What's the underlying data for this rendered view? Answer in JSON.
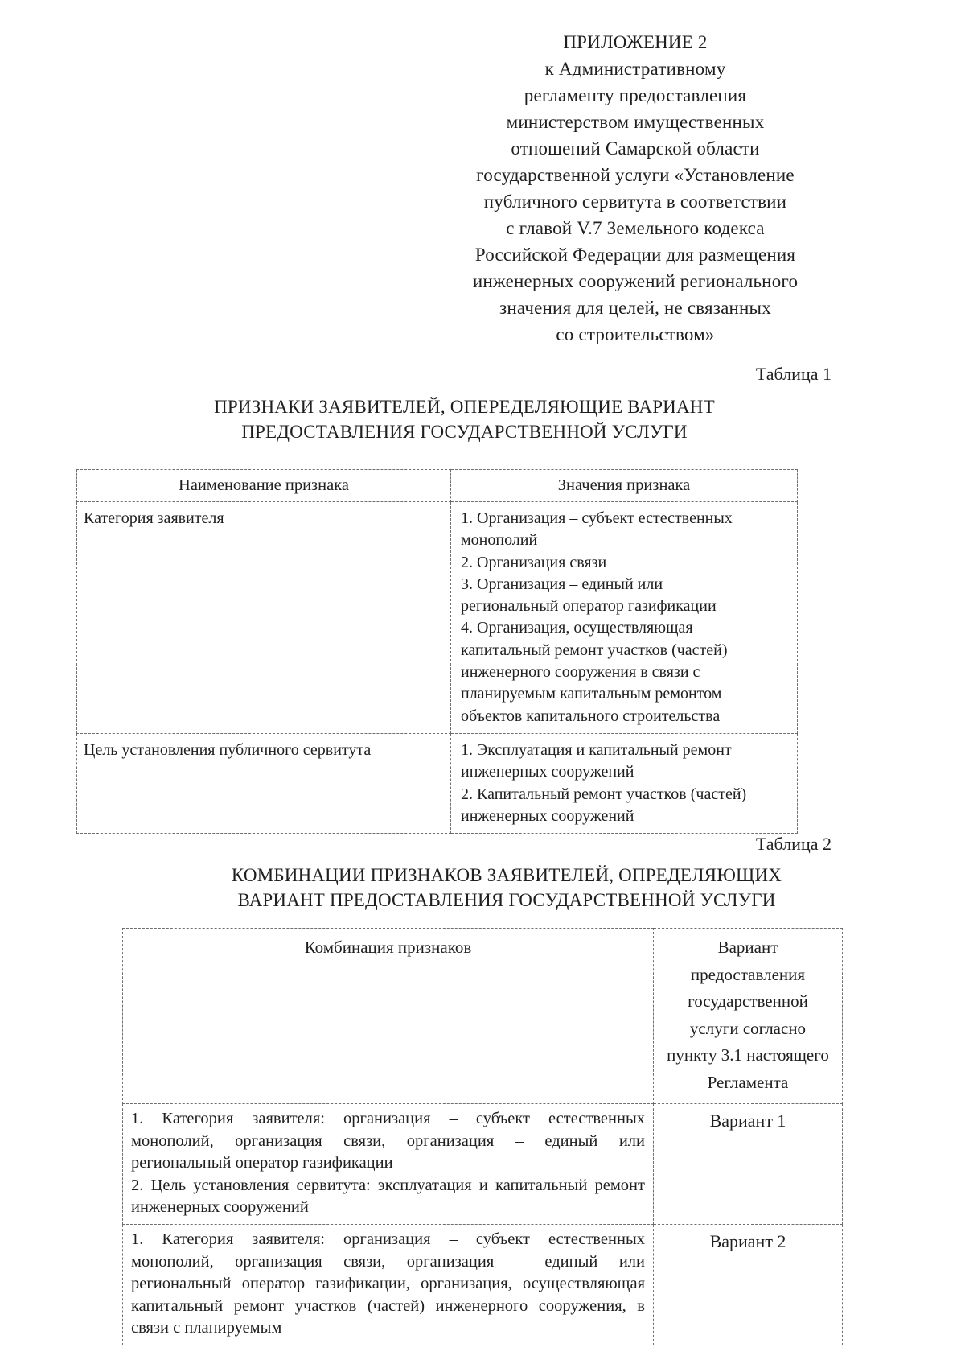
{
  "colors": {
    "ink": "#1f1f1f",
    "border": "#6e6e6e",
    "background": "#ffffff"
  },
  "appendix": {
    "text": "ПРИЛОЖЕНИЕ 2\nк Административному\nрегламенту предоставления\nминистерством имущественных\nотношений Самарской области\nгосударственной услуги «Установление\nпубличного сервитута в соответствии\nс главой V.7 Земельного кодекса\nРоссийской Федерации для размещения\nинженерных сооружений регионального\nзначения для целей, не связанных\nсо строительством»"
  },
  "table1": {
    "caption": "Таблица 1",
    "title": "ПРИЗНАКИ ЗАЯВИТЕЛЕЙ, ОПЕРЕДЕЛЯЮЩИЕ ВАРИАНТ\nПРЕДОСТАВЛЕНИЯ ГОСУДАРСТВЕННОЙ УСЛУГИ",
    "columns": [
      "Наименование признака",
      "Значения признака"
    ],
    "rows": [
      {
        "feature": "Категория заявителя",
        "values": "1. Организация – субъект естественных\nмонополий\n2. Организация связи\n3. Организация – единый или\nрегиональный оператор газификации\n4. Организация, осуществляющая\nкапитальный ремонт участков (частей)\nинженерного сооружения в связи с\nпланируемым капитальным ремонтом\nобъектов капитального строительства"
      },
      {
        "feature": "Цель установления публичного сервитута",
        "values": "1. Эксплуатация и капитальный ремонт\nинженерных сооружений\n2. Капитальный ремонт участков (частей)\nинженерных сооружений"
      }
    ]
  },
  "table2": {
    "caption": "Таблица 2",
    "title": "КОМБИНАЦИИ ПРИЗНАКОВ ЗАЯВИТЕЛЕЙ, ОПРЕДЕЛЯЮЩИХ\nВАРИАНТ ПРЕДОСТАВЛЕНИЯ ГОСУДАРСТВЕННОЙ УСЛУГИ",
    "columns": [
      "Комбинация признаков",
      "Вариант\nпредоставления\nгосударственной\nуслуги согласно\nпункту 3.1 настоящего\nРегламента"
    ],
    "rows": [
      {
        "combination_items": [
          "1. Категория заявителя: организация – субъект естественных монополий, организация связи, организация – единый или региональный оператор газификации",
          "2. Цель установления сервитута: эксплуатация и капитальный ремонт инженерных сооружений"
        ],
        "variant": "Вариант 1"
      },
      {
        "combination_items": [
          "1. Категория заявителя: организация – субъект естественных монополий, организация связи, организация – единый или региональный оператор газификации, организация, осуществляющая капитальный ремонт участков (частей) инженерного сооружения, в связи с планируемым"
        ],
        "variant": "Вариант 2"
      }
    ]
  }
}
